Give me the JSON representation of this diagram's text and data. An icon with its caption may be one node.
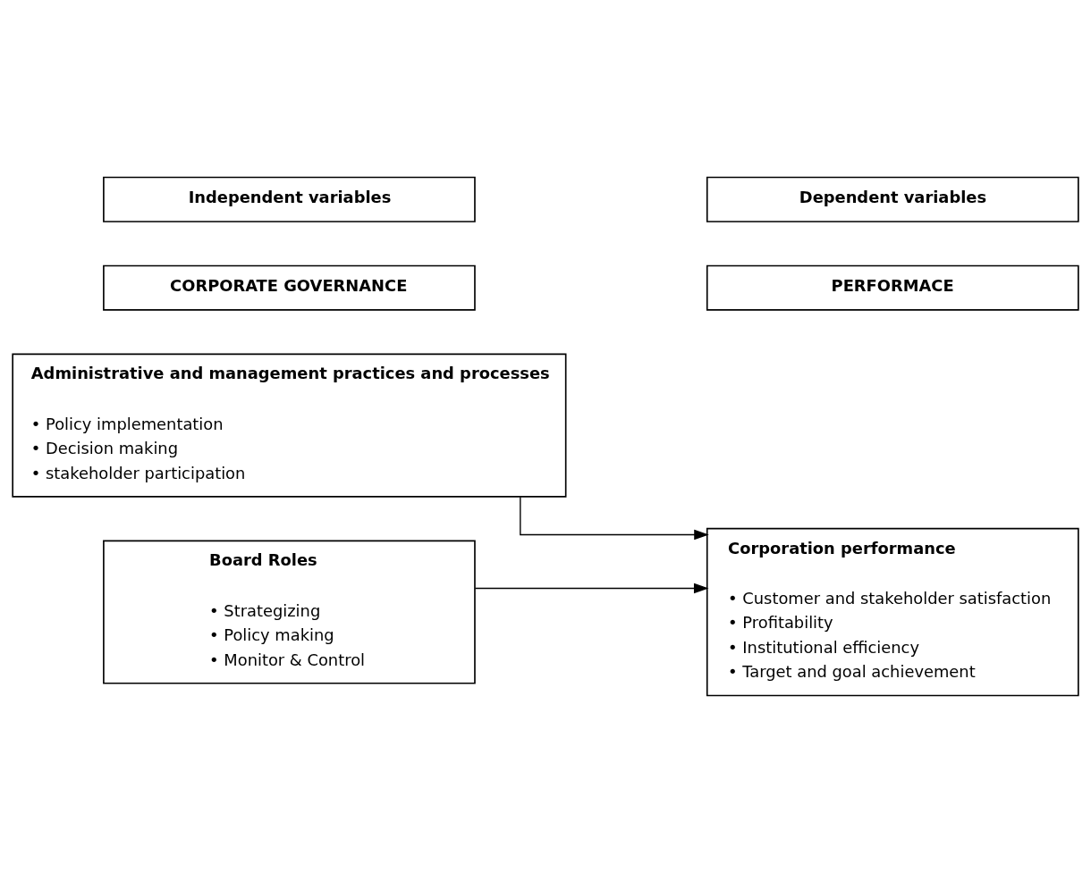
{
  "diagram": {
    "nodes": [
      {
        "text": [
          "Independent variables"
        ]
      },
      {
        "text": [
          "Dependent variables"
        ]
      },
      {
        "text": [
          "CORPORATE GOVERNANCE"
        ]
      },
      {
        "text": [
          "PERFORMACE"
        ]
      },
      {
        "text": [
          "Board Roles",
          "• Strategizing",
          "• Policy making",
          "• Monitor & Control"
        ]
      },
      {
        "text": [
          "Corporation performance",
          "• Customer and stakeholder satisfaction",
          "• Profitability",
          "• Institutional efficiency",
          "• Target and goal achievement"
        ]
      },
      {
        "text": [
          "Administrative and management practices and processes",
          "• Policy implementation",
          "• Decision making",
          "• stakeholder participation"
        ]
      }
    ],
    "edges": [
      {
        "from": 4,
        "to": 5,
        "arrow": "to"
      },
      {
        "from": 6,
        "to": 5,
        "arrow": "to"
      }
    ]
  }
}
